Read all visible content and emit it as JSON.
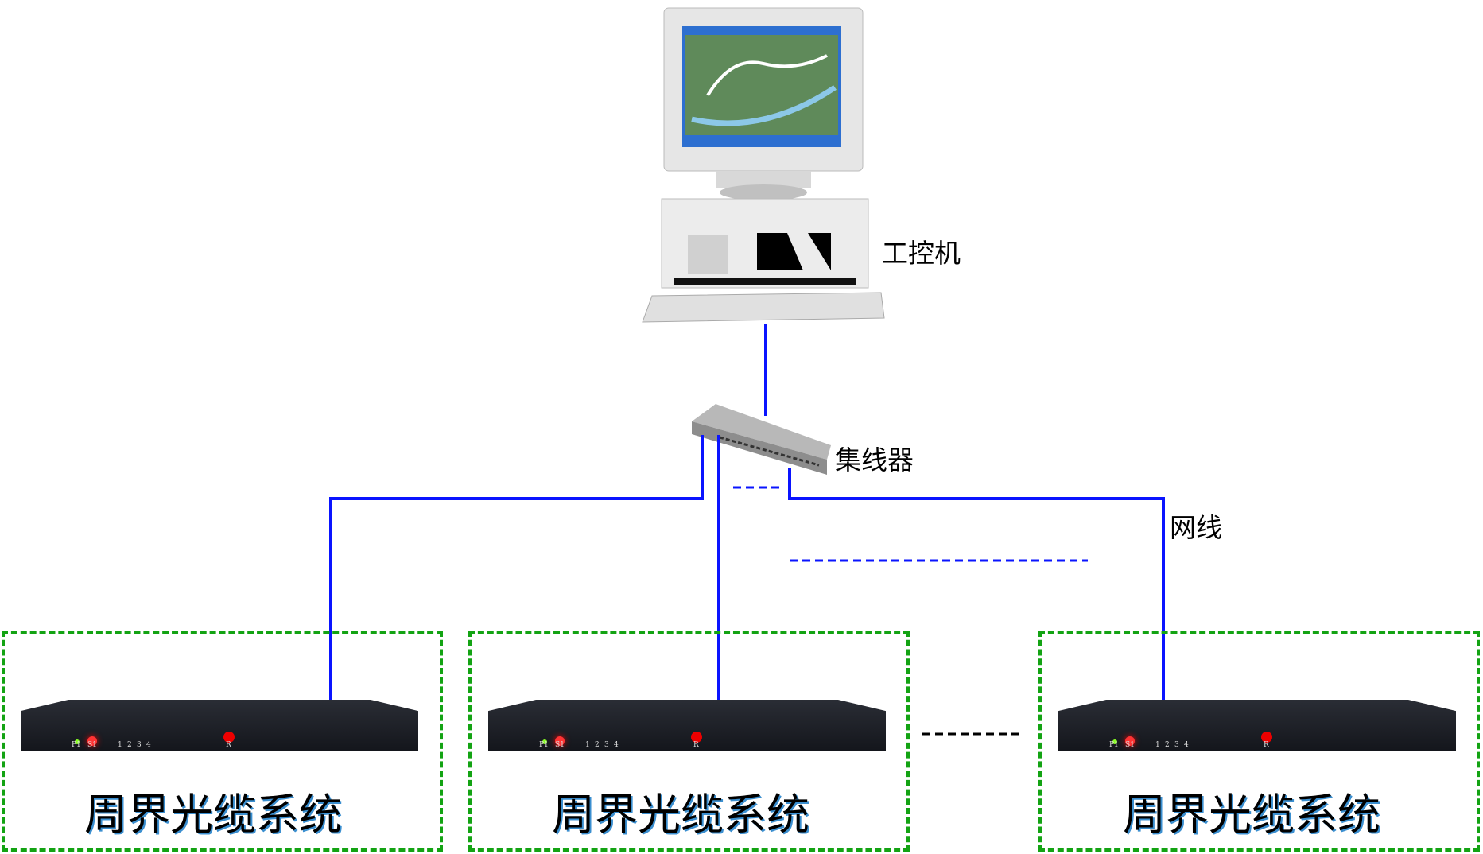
{
  "nodes": {
    "computer": {
      "label": "工控机"
    },
    "hub": {
      "label": "集线器"
    },
    "cable": {
      "label": "网线"
    }
  },
  "systems": [
    {
      "label": "周界光缆系统"
    },
    {
      "label": "周界光缆系统"
    },
    {
      "label": "周界光缆系统"
    }
  ],
  "device_panel": {
    "power": "P1",
    "status": "S1",
    "ch1": "1",
    "ch2": "2",
    "ch3": "3",
    "ch4": "4",
    "reset": "R"
  },
  "colors": {
    "cable": "#0a14ff",
    "system_border": "#13a313",
    "ellipsis": "#000000"
  }
}
